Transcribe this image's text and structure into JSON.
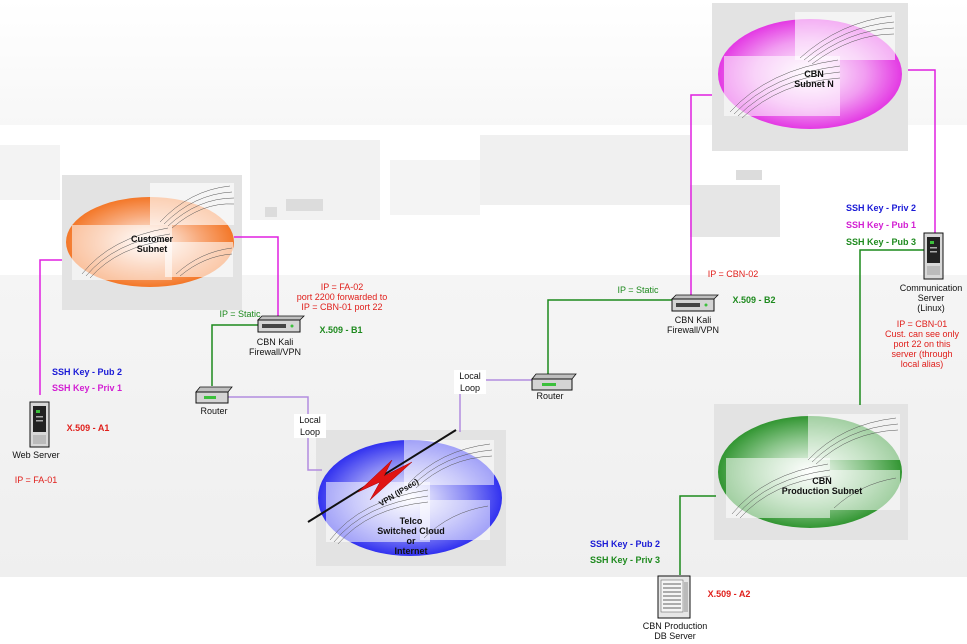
{
  "subnets": {
    "customer": "Customer\nSubnet",
    "cbn_n": "CBN\nSubnet N",
    "cloud": "Telco\nSwitched Cloud\nor\nInternet",
    "production": "CBN\nProduction  Subnet"
  },
  "devices": {
    "web_server": "Web Server",
    "firewall_left": "CBN Kali\nFirewall/VPN",
    "router_left": "Router",
    "router_right": "Router",
    "firewall_right": "CBN  Kali\nFirewall/VPN",
    "comm_server": "Communication\nServer\n(Linux)",
    "db_server": "CBN Production\nDB Server"
  },
  "links": {
    "local_loop_left": "Local\nLoop",
    "local_loop_right": "Local\nLoop",
    "vpn": "VPN (IPsec)",
    "ip_static_left": "IP = Static",
    "ip_static_right": "IP = Static"
  },
  "annotations": {
    "fa02": "IP = FA-02\nport 2200 forwarded to\nIP = CBN-01 port 22",
    "x509_b1": "X.509 - B1",
    "x509_b2": "X.509 - B2",
    "cbn02": "IP = CBN-02",
    "x509_a1": "X.509  -  A1",
    "fa01": "IP = FA-01",
    "x509_a2": "X.509 - A2",
    "cbn01": "IP = CBN-01\nCust. can see only\nport 22 on this\nserver (through\nlocal alias)"
  },
  "keys": {
    "web_pub2": "SSH Key - Pub 2",
    "web_priv1": "SSH Key - Priv 1",
    "comm_priv2": "SSH Key - Priv 2",
    "comm_pub1": "SSH Key - Pub 1",
    "comm_pub3": "SSH Key - Pub 3",
    "db_pub2": "SSH Key - Pub 2",
    "db_priv3": "SSH Key - Priv 3"
  },
  "colors": {
    "customer_blob": "#f26b14",
    "cbn_n_blob": "#e020e0",
    "cloud_blob": "#1a1aee",
    "production_blob": "#1c8a1c",
    "magenta_link": "#e020e0",
    "green_link": "#1c8a1c",
    "purple_link": "#b28ce0",
    "lightning": "#e01414"
  }
}
